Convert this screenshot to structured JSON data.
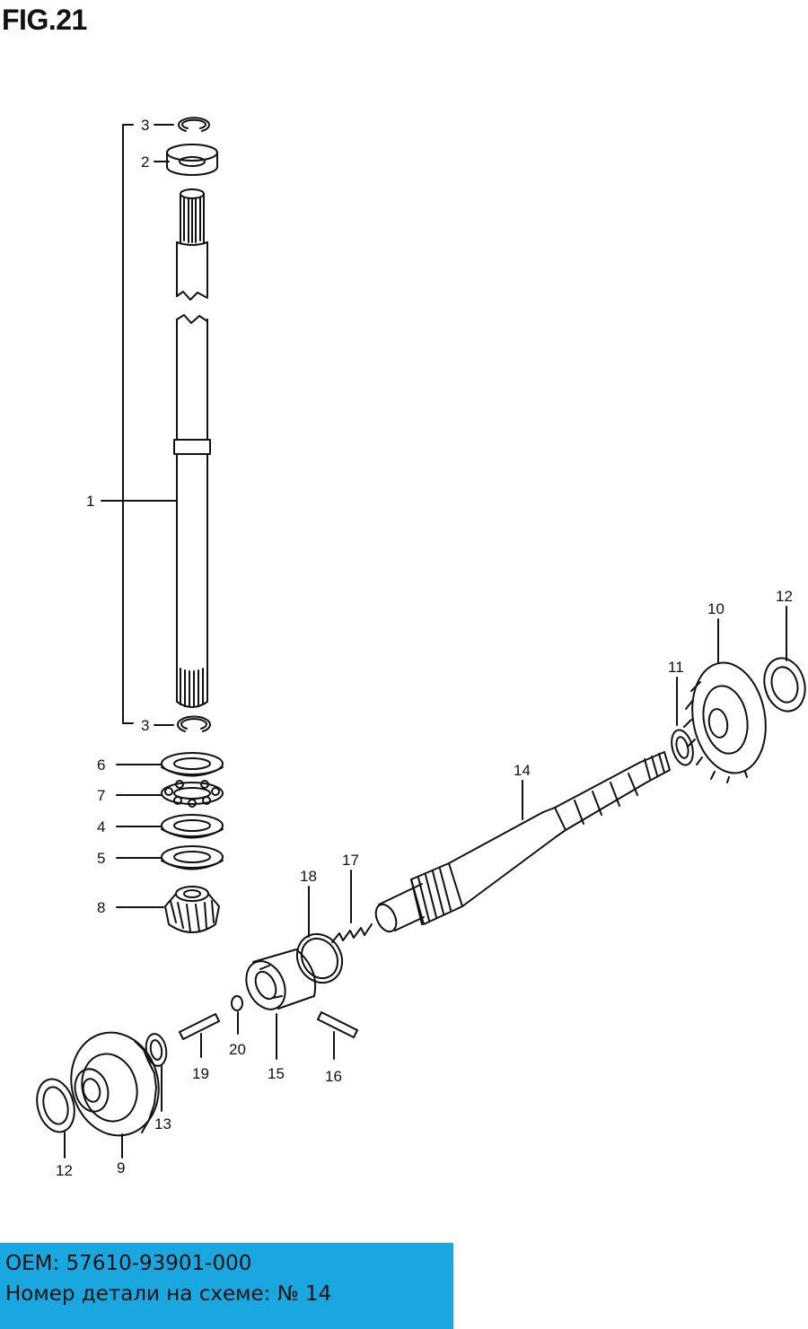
{
  "figure": {
    "title": "FIG.21"
  },
  "parts": {
    "p1": "1",
    "p2": "2",
    "p3a": "3",
    "p3b": "3",
    "p4": "4",
    "p5": "5",
    "p6": "6",
    "p7": "7",
    "p8": "8",
    "p9": "9",
    "p10": "10",
    "p11": "11",
    "p12a": "12",
    "p12b": "12",
    "p13": "13",
    "p14": "14",
    "p15": "15",
    "p16": "16",
    "p17": "17",
    "p18": "18",
    "p19": "19",
    "p20": "20"
  },
  "info": {
    "oem_label": "OEM:",
    "oem_number": "57610-93901-000",
    "part_label": "Номер детали на схеме:",
    "part_ref": "№ 14"
  },
  "colors": {
    "info_background": "#1aa7e0",
    "line": "#111111"
  }
}
